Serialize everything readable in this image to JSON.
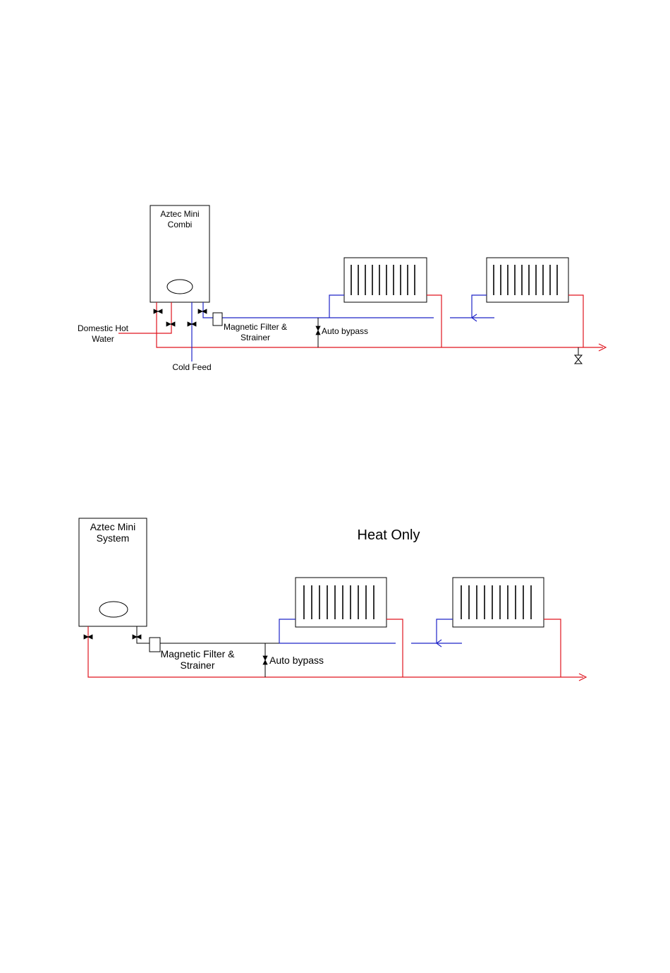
{
  "combi_diagram": {
    "boiler_label_line1": "Aztec Mini",
    "boiler_label_line2": "Combi",
    "domestic_hot_water_line1": "Domestic Hot",
    "domestic_hot_water_line2": "Water",
    "cold_feed": "Cold Feed",
    "filter_line1": "Magnetic Filter &",
    "filter_line2": "Strainer",
    "auto_bypass": "Auto bypass"
  },
  "system_diagram": {
    "title": "Heat Only",
    "boiler_label_line1": "Aztec Mini",
    "boiler_label_line2": "System",
    "filter_line1": "Magnetic Filter &",
    "filter_line2": "Strainer",
    "auto_bypass": "Auto bypass"
  },
  "colors": {
    "flow": "#e0141e",
    "return": "#1f24c8",
    "outline": "#000000"
  }
}
